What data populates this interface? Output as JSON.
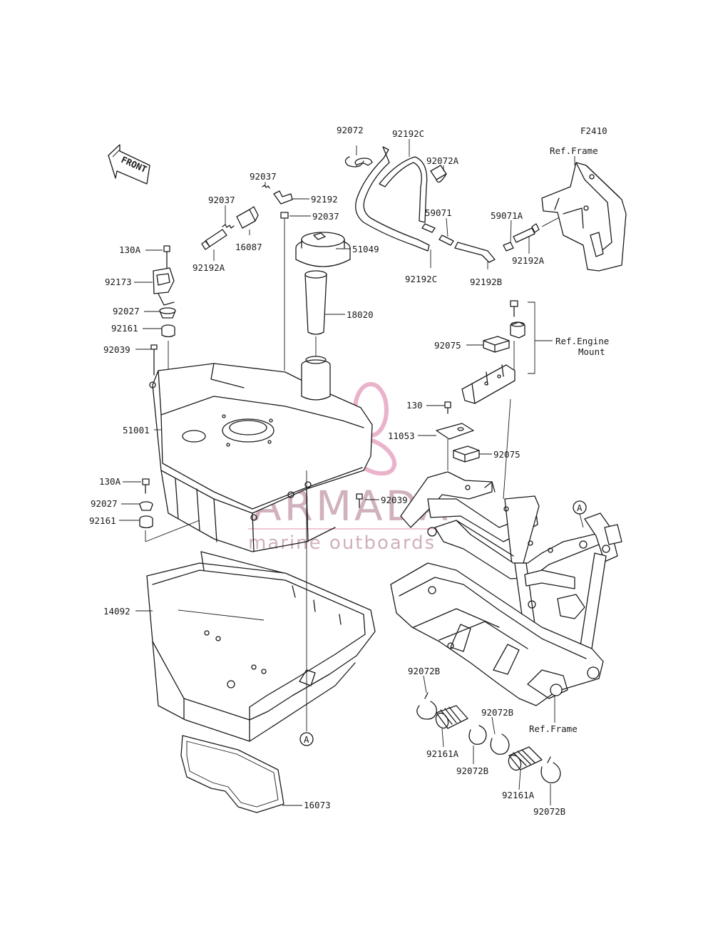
{
  "diagram": {
    "code": "F2410",
    "front_label": "FRONT",
    "marker": "A",
    "refs": {
      "frame_top": "Ref.Frame",
      "engine_mount_1": "Ref.Engine",
      "engine_mount_2": "Mount",
      "frame_bottom": "Ref.Frame"
    },
    "labels": {
      "p92072": "92072",
      "p92192C_top": "92192C",
      "p92072A": "92072A",
      "p92037_a": "92037",
      "p92192": "92192",
      "p92037_b": "92037",
      "p92037_c": "92037",
      "p59071": "59071",
      "p59071A": "59071A",
      "p16087": "16087",
      "p51049": "51049",
      "p92192A_left": "92192A",
      "p92192C_bot": "92192C",
      "p92192B": "92192B",
      "p92192A_right": "92192A",
      "p130A_top": "130A",
      "p92173": "92173",
      "p92027_top": "92027",
      "p92161_top": "92161",
      "p92039_left": "92039",
      "p18020": "18020",
      "p92075_top": "92075",
      "p130": "130",
      "p11053": "11053",
      "p92075_bot": "92075",
      "p51001": "51001",
      "p130A_bot": "130A",
      "p92027_bot": "92027",
      "p92161_bot": "92161",
      "p92039_right": "92039",
      "p14092": "14092",
      "p92072B_1": "92072B",
      "p92072B_2": "92072B",
      "p92161A_1": "92161A",
      "p92072B_3": "92072B",
      "p92161A_2": "92161A",
      "p92072B_4": "92072B",
      "p16073": "16073"
    },
    "watermark": {
      "brand": "ARMADA",
      "tagline": "marine outboards",
      "color": "#e7a6c3"
    }
  }
}
